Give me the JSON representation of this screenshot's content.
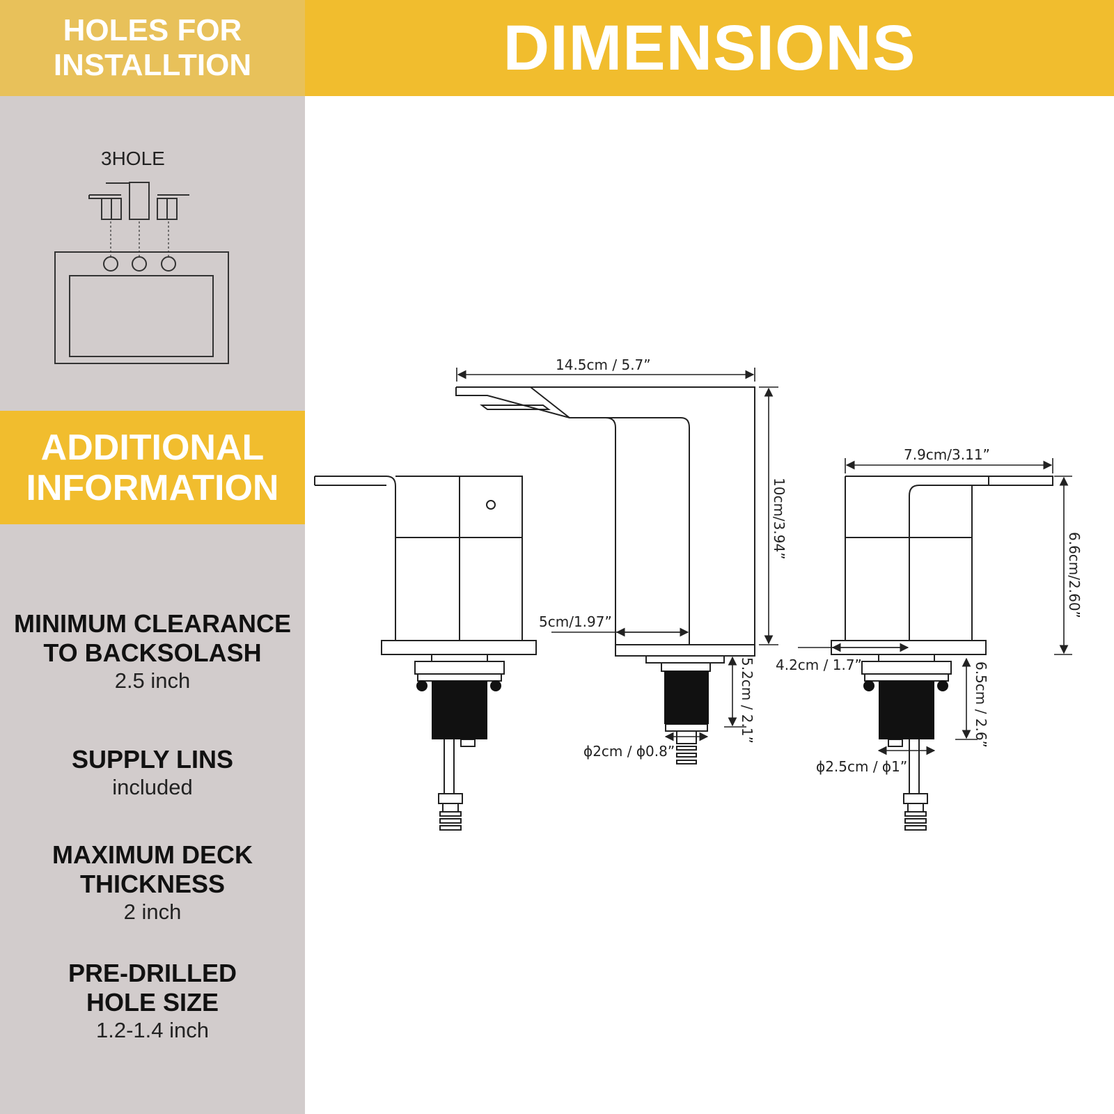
{
  "sidebar": {
    "holes_title_line1": "HOLES FOR",
    "holes_title_line2": "INSTALLTION",
    "hole_type": "3HOLE",
    "additional_title_line1": "ADDITIONAL",
    "additional_title_line2": "INFORMATION",
    "info": [
      {
        "title1": "MINIMUM CLEARANCE",
        "title2": "TO BACKSOLASH",
        "value": "2.5 inch"
      },
      {
        "title1": "SUPPLY LINS",
        "title2": "",
        "value": "included"
      },
      {
        "title1": "MAXIMUM DECK",
        "title2": "THICKNESS",
        "value": "2 inch"
      },
      {
        "title1": "PRE-DRILLED",
        "title2": "HOLE SIZE",
        "value": "1.2-1.4 inch"
      }
    ]
  },
  "main": {
    "title": "DIMENSIONS",
    "dims": {
      "spout_length": "14.5cm / 5.7”",
      "spout_height": "10cm/3.94”",
      "spout_base": "5cm/1.97”",
      "spout_shank": "5.2cm / 2.1”",
      "spout_dia": "ϕ2cm / ϕ0.8”",
      "handle_length": "7.9cm/3.11”",
      "handle_height": "6.6cm/2.60”",
      "handle_base": "4.2cm / 1.7”",
      "handle_shank": "6.5cm / 2.6”",
      "handle_dia": "ϕ2.5cm / ϕ1”"
    }
  },
  "colors": {
    "accent": "#f1bd2e",
    "accent_light": "#e8c15a",
    "sidebar": "#d2cccc"
  }
}
